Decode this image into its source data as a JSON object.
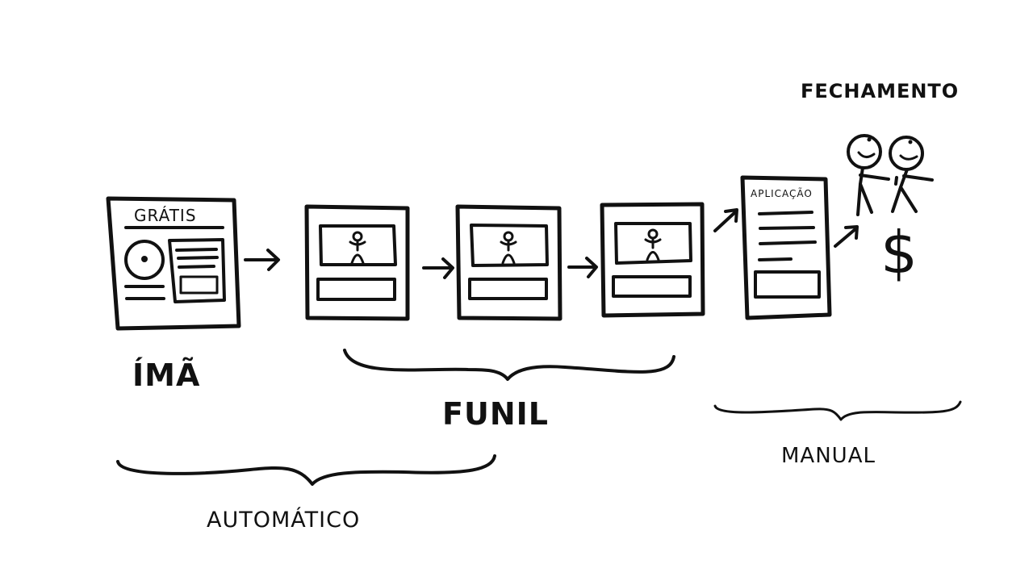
{
  "diagram": {
    "title": "Funil de vendas",
    "stages": {
      "magnet": {
        "badge": "GRÁTIS",
        "label": "ÍMÃ"
      },
      "funnel": {
        "label": "FUNIL",
        "page_count": 3
      },
      "application": {
        "badge": "APLICAÇÃO"
      },
      "closing": {
        "label": "FECHAMENTO",
        "money_symbol": "$"
      }
    },
    "groups": {
      "automatic": "AUTOMÁTICO",
      "manual": "MANUAL"
    },
    "colors": {
      "ink": "#111111",
      "background": "#ffffff"
    }
  }
}
